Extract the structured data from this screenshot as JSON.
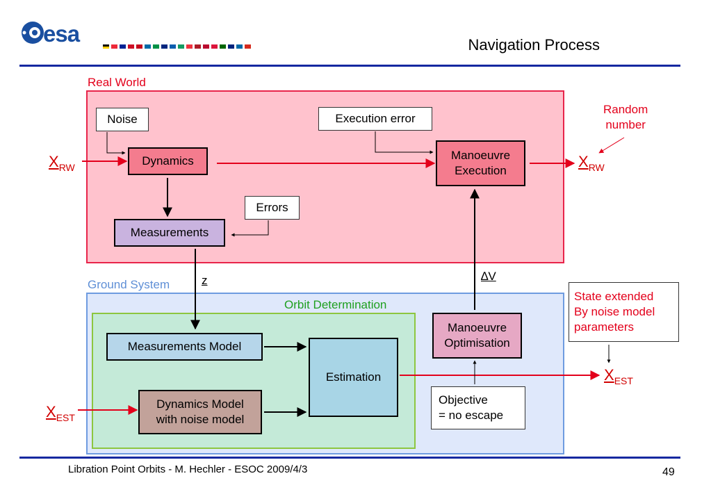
{
  "header": {
    "logo_text": "esa",
    "title": "Navigation Process"
  },
  "regions": {
    "real_world": "Real World",
    "ground_system": "Ground System",
    "orbit_determination": "Orbit Determination"
  },
  "boxes": {
    "noise": "Noise",
    "execution_error": "Execution error",
    "dynamics": "Dynamics",
    "manoeuvre_execution_line1": "Manoeuvre",
    "manoeuvre_execution_line2": "Execution",
    "errors": "Errors",
    "measurements": "Measurements",
    "measurements_model": "Measurements Model",
    "estimation": "Estimation",
    "dynamics_model_line1": "Dynamics Model",
    "dynamics_model_line2": "with noise model",
    "manoeuvre_optimisation_line1": "Manoeuvre",
    "manoeuvre_optimisation_line2": "Optimisation",
    "objective_line1": "Objective",
    "objective_line2": "= no escape"
  },
  "symbols": {
    "x": "X",
    "rw_sub": "RW",
    "est_sub": "EST",
    "z": "z",
    "delta_v": "∆V"
  },
  "notes": {
    "random_line1": "Random",
    "random_line2": "number",
    "state_line1": "State extended",
    "state_line2": "By noise model",
    "state_line3": "parameters"
  },
  "footer": {
    "text": "Libration Point Orbits -  M. Hechler - ESOC 2009/4/3",
    "page": "49"
  },
  "colors": {
    "rule": "#1428a0",
    "real_world_fill": "#ffc2cd",
    "real_world_border": "#e8244a",
    "ground_fill": "#dfe8fb",
    "ground_border": "#6e9be0",
    "od_fill": "#c4ead8",
    "od_border": "#8dc63f",
    "dynamics_fill": "#f47c8e",
    "manoeuvre_exec_fill": "#f47c8e",
    "measurements_fill": "#c9b3df",
    "meas_model_fill": "#b6d6ea",
    "estimation_fill": "#a8d5e6",
    "dyn_model_fill": "#c2a29a",
    "man_opt_fill": "#e6a8c4",
    "red_arrow": "#e3001b"
  }
}
